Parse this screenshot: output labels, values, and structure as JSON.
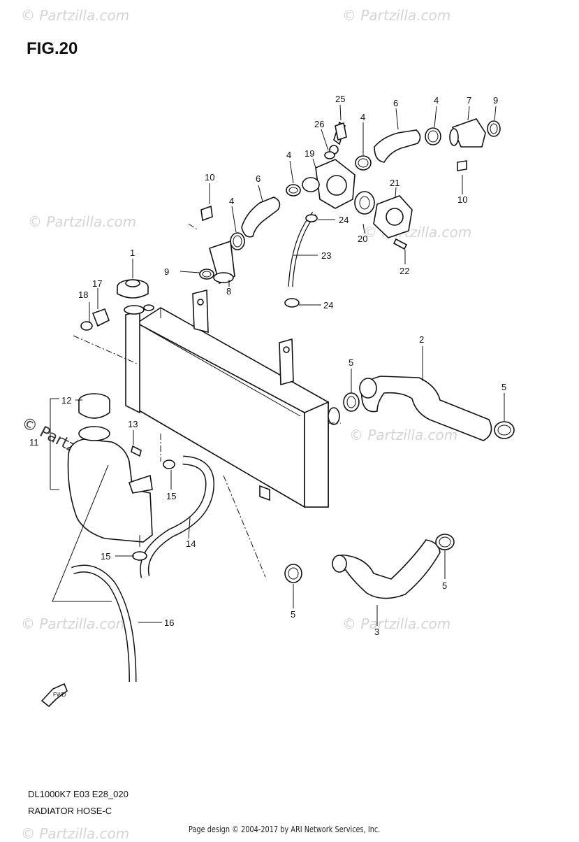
{
  "figure": {
    "title": "FIG.20",
    "model_code": "DL1000K7 E03 E28_020",
    "section_name": "RADIATOR HOSE-C"
  },
  "footer": {
    "page_design": "Page design © 2004-2017 by ARI Network Services, Inc."
  },
  "watermark": {
    "faint_text": "© Partzilla.com",
    "strong_text": "© Partzilla.com"
  },
  "fwd_label": "FWD",
  "callouts": {
    "c1": "1",
    "c2": "2",
    "c3": "3",
    "c4a": "4",
    "c4b": "4",
    "c4c": "4",
    "c4d": "4",
    "c5a": "5",
    "c5b": "5",
    "c5c": "5",
    "c5d": "5",
    "c6a": "6",
    "c6b": "6",
    "c7": "7",
    "c8": "8",
    "c9a": "9",
    "c9b": "9",
    "c10a": "10",
    "c10b": "10",
    "c11": "11",
    "c12": "12",
    "c13": "13",
    "c14": "14",
    "c15a": "15",
    "c15b": "15",
    "c16": "16",
    "c17": "17",
    "c18": "18",
    "c19": "19",
    "c20": "20",
    "c21": "21",
    "c22": "22",
    "c23": "23",
    "c24a": "24",
    "c24b": "24",
    "c25": "25",
    "c26": "26"
  }
}
